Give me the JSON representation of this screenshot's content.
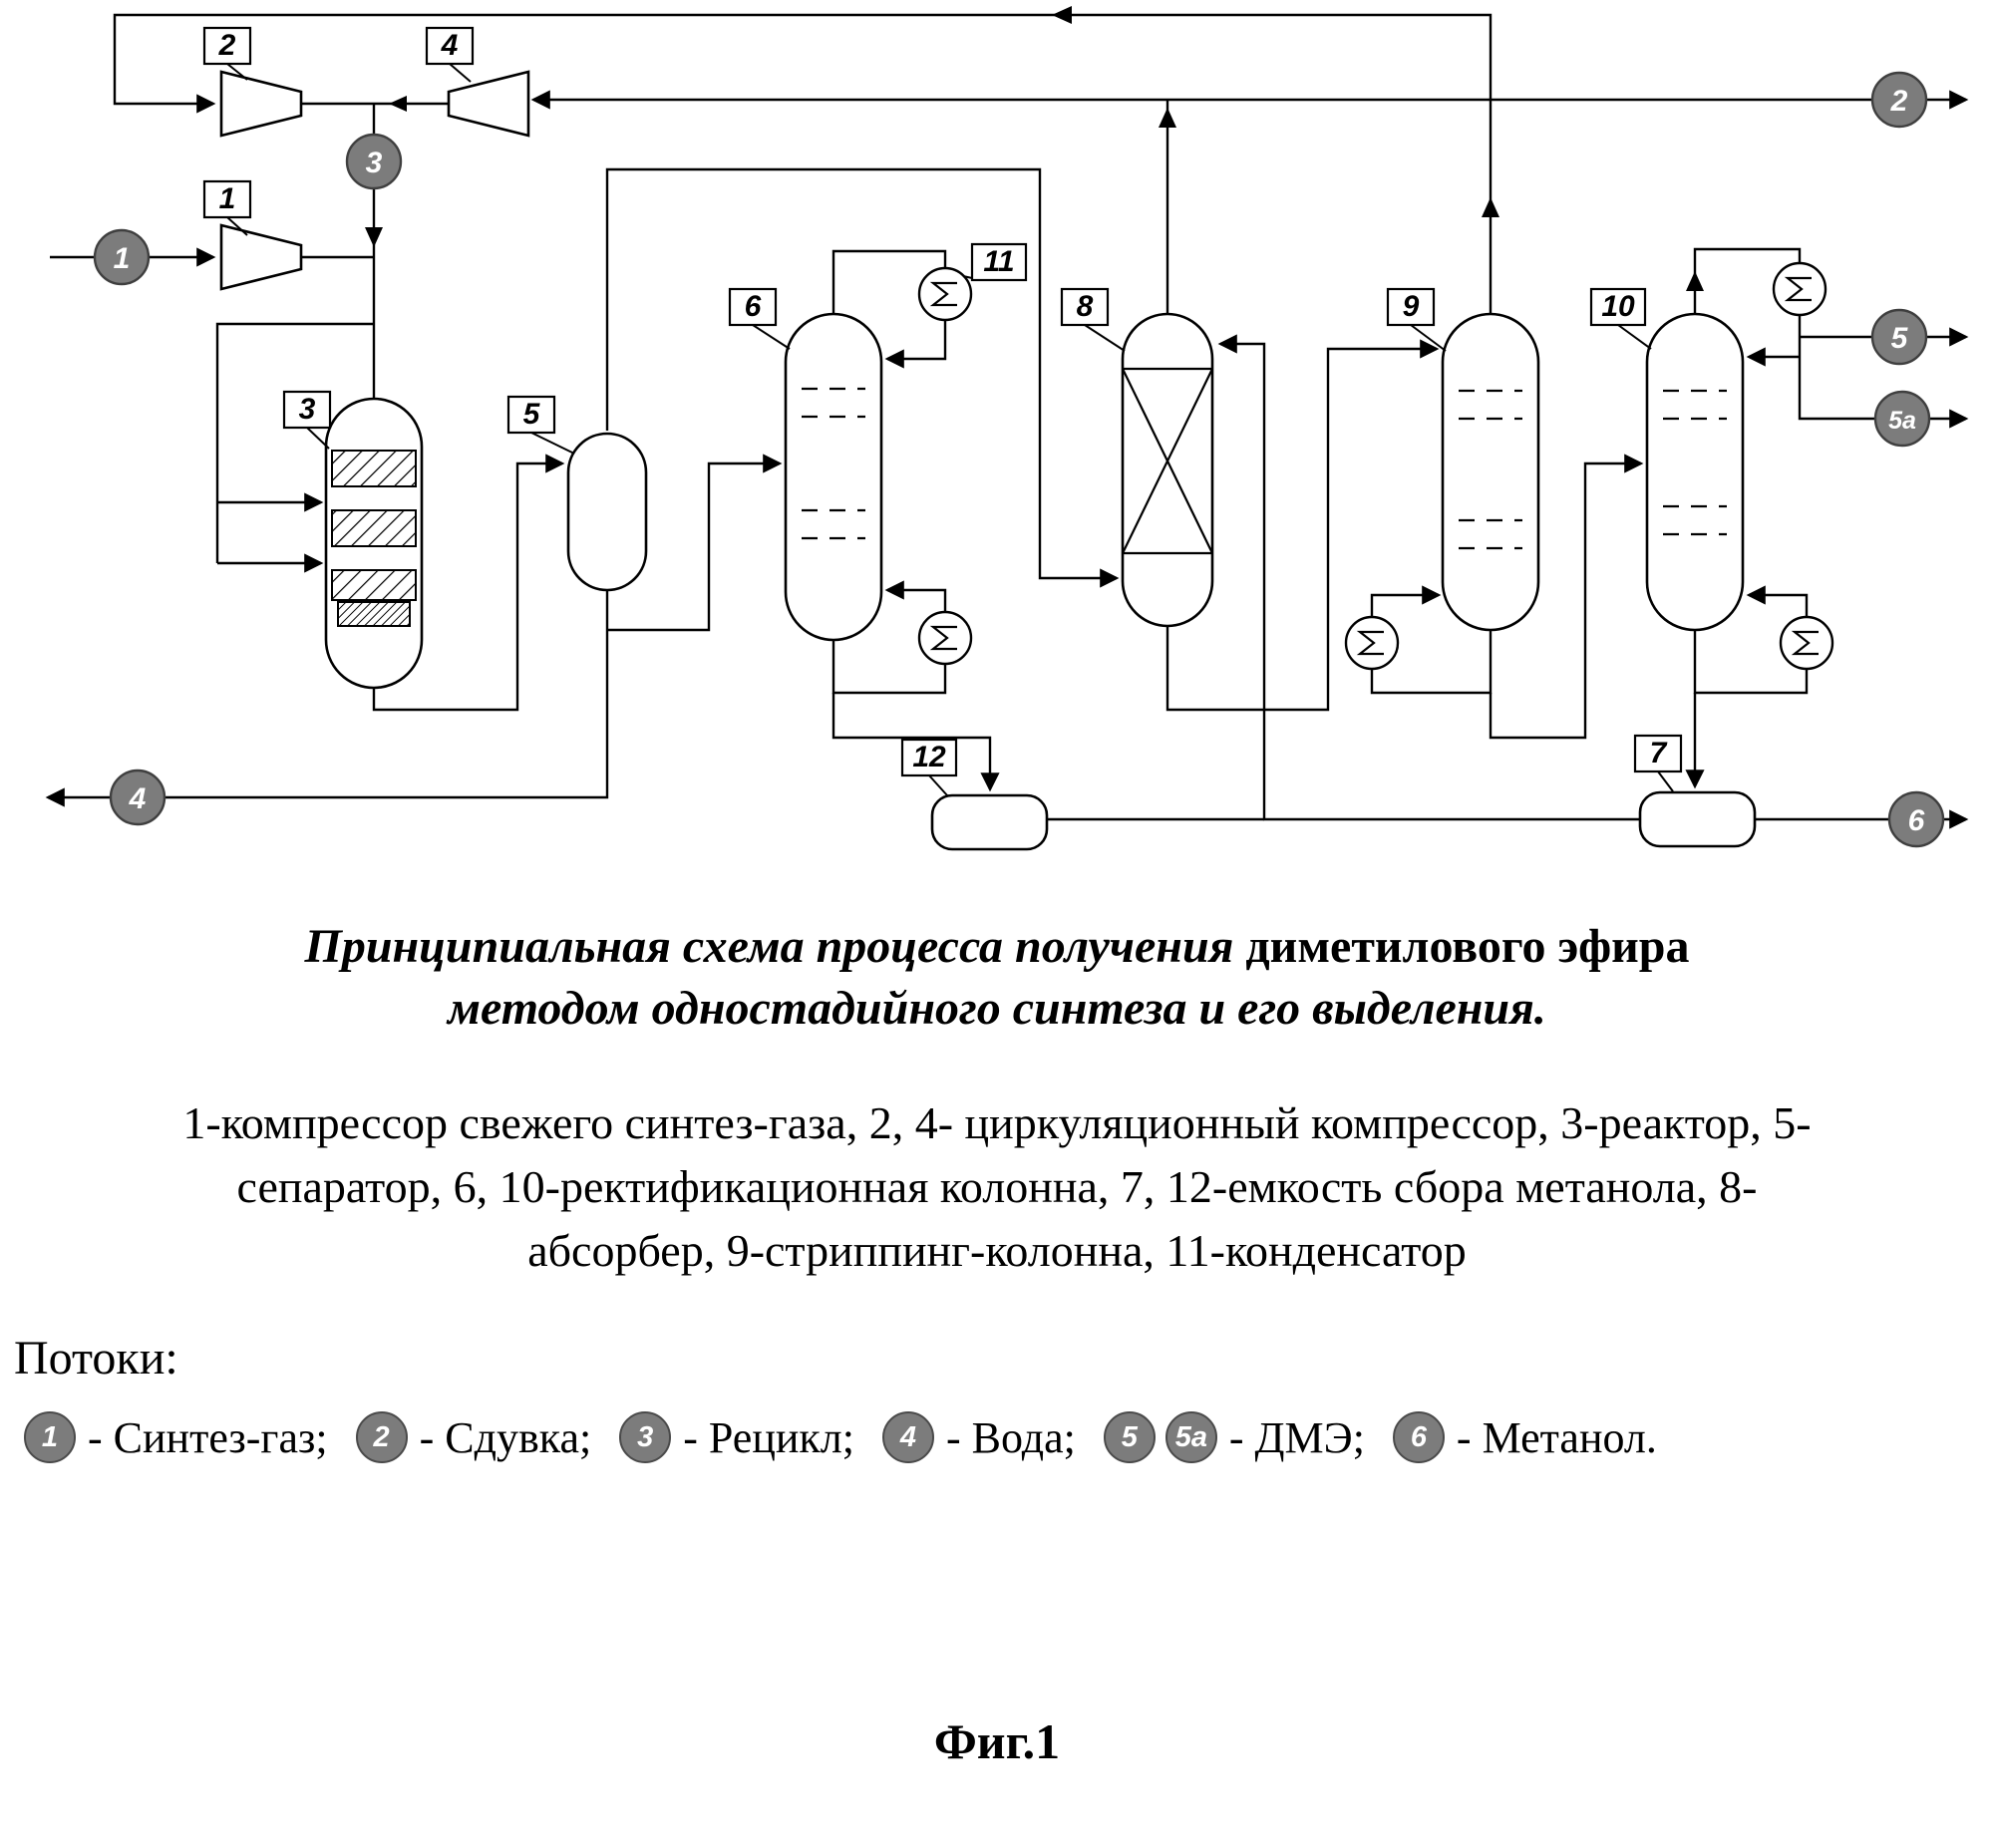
{
  "figure": {
    "title_line1_italic": "Принципиальная схема процесса получения",
    "title_line1_bold": "диметилового эфира",
    "title_line2": "методом одностадийного синтеза и его выделения.",
    "equipment_list": "1-компрессор свежего синтез-газа, 2, 4- циркуляционный компрессор, 3-реактор, 5-сепаратор, 6, 10-ректификационная колонна, 7, 12-емкость сбора метанола, 8-абсорбер, 9-стриппинг-колонна, 11-конденсатор",
    "streams_heading": "Потоки:",
    "caption": "Фиг.1"
  },
  "equipment_labels": {
    "e1": "1",
    "e2": "2",
    "e3": "3",
    "e4": "4",
    "e5": "5",
    "e6": "6",
    "e7": "7",
    "e8": "8",
    "e9": "9",
    "e10": "10",
    "e11": "11",
    "e12": "12"
  },
  "stream_markers": {
    "s1": "1",
    "s2": "2",
    "s3": "3",
    "s4": "4",
    "s5": "5",
    "s5a": "5а",
    "s6": "6"
  },
  "legend": {
    "items": [
      {
        "num": "1",
        "label": "- Синтез-газ;"
      },
      {
        "num": "2",
        "label": "- Сдувка;"
      },
      {
        "num": "3",
        "label": "- Рецикл;"
      },
      {
        "num": "4",
        "label": "- Вода;"
      },
      {
        "num": "5",
        "num2": "5а",
        "label": "- ДМЭ;"
      },
      {
        "num": "6",
        "label": "- Метанол."
      }
    ]
  },
  "colors": {
    "stream_fill": "#7c7c7c",
    "line": "#000000"
  }
}
